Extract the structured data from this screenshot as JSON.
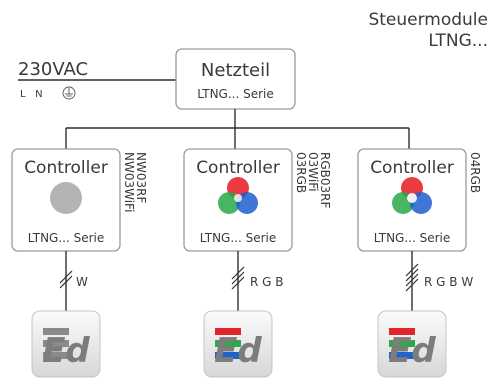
{
  "heading": {
    "line1": "Steuermodule",
    "line2": "LTNG..."
  },
  "mains": {
    "label": "230VAC",
    "terminals": "L   N"
  },
  "power_supply": {
    "title": "Netzteil",
    "series": "LTNG... Serie"
  },
  "controllers": [
    {
      "title": "Controller",
      "series": "LTNG... Serie",
      "models": [
        "NW03WiFi",
        "NW03RF"
      ],
      "wires": "W",
      "indicator": "grey-dot-icon"
    },
    {
      "title": "Controller",
      "series": "LTNG... Serie",
      "models": [
        "03RGB",
        "03WiFi",
        "RGB03RF"
      ],
      "wires": "R G B",
      "indicator": "rgb-circles-icon"
    },
    {
      "title": "Controller",
      "series": "LTNG... Serie",
      "models": [
        "04RGB"
      ],
      "wires": "R G B W",
      "indicator": "rgbw-circles-icon"
    }
  ],
  "led_icons": [
    {
      "text": "Ed",
      "stripes": [
        "#8a8a8a",
        "#8a8a8a",
        "#8a8a8a"
      ]
    },
    {
      "text": "Ed",
      "stripes": [
        "#e0242a",
        "#2fa84a",
        "#1d63c9"
      ]
    },
    {
      "text": "Ed",
      "stripes": [
        "#e0242a",
        "#2fa84a",
        "#1d63c9"
      ]
    }
  ],
  "colors": {
    "red": "#e8262c",
    "green": "#27a846",
    "blue": "#1f5fce",
    "grey": "#b3b3b3"
  }
}
